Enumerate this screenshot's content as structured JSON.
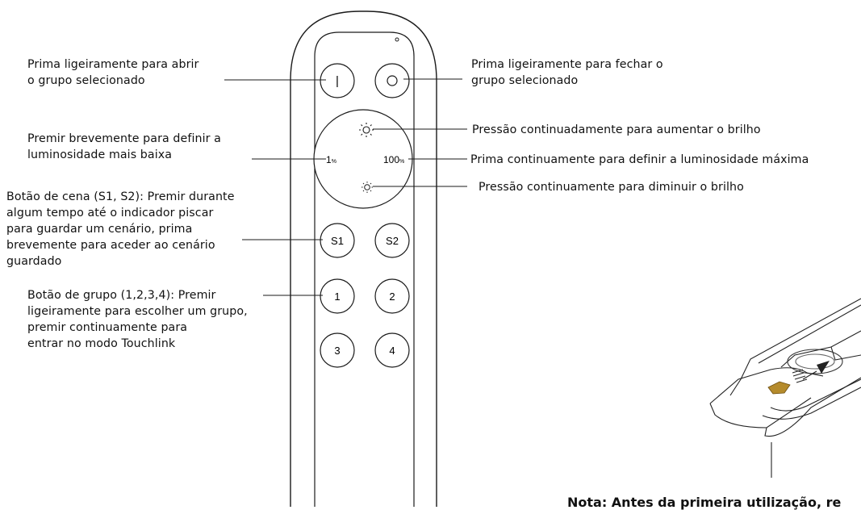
{
  "labels": {
    "on": "Prima ligeiramente para abrir\no grupo selecionado",
    "off": "Prima ligeiramente para fechar o\ngrupo selecionado",
    "min": "Premir brevemente para definir a\nluminosidade mais baixa",
    "up": "Pressão continuadamente para aumentar o brilho",
    "max": "Prima continuamente para definir a luminosidade máxima",
    "down": "Pressão continuamente para diminuir o brilho",
    "scene": "Botão de cena (S1, S2): Premir durante\nalgum tempo até o indicador piscar\npara guardar um cenário, prima\nbrevemente para aceder ao cenário\nguardado",
    "group": "Botão de grupo (1,2,3,4): Premir\nligeiramente para escolher um grupo,\npremir continuamente para\nentrar no modo Touchlink"
  },
  "buttons": {
    "on": "|",
    "off": "O",
    "one_percent": "1",
    "hundred_percent": "100",
    "percent_sign": "%",
    "s1": "S1",
    "s2": "S2",
    "g1": "1",
    "g2": "2",
    "g3": "3",
    "g4": "4"
  },
  "note": "Nota: Antes da primeira utilização, re"
}
